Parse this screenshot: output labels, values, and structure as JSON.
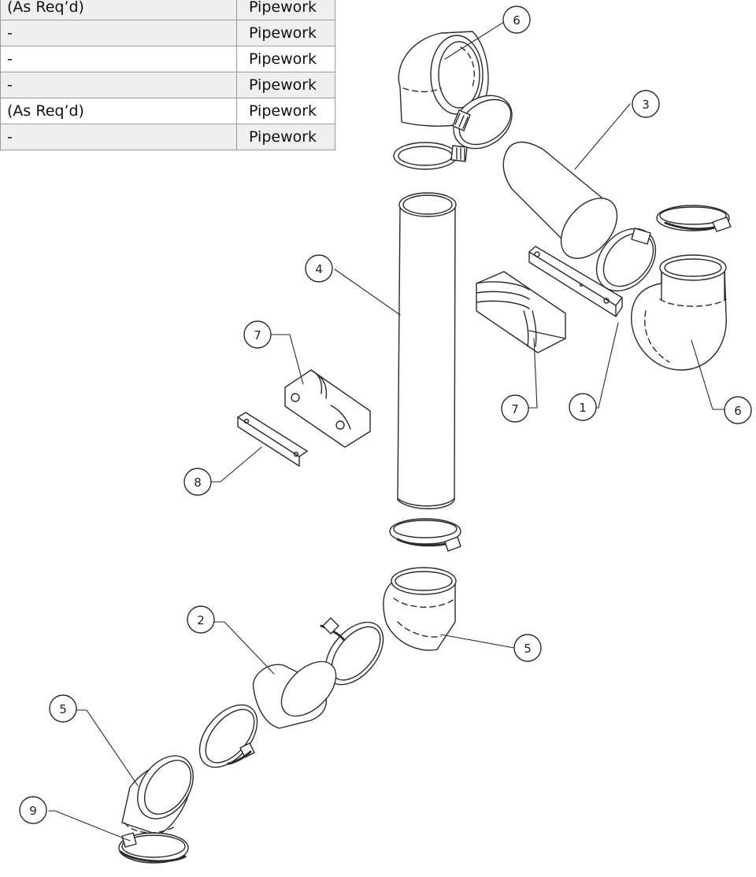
{
  "parts_table": {
    "rows": [
      {
        "qty": "(As Req’d)",
        "category": "Pipework"
      },
      {
        "qty": "-",
        "category": "Pipework"
      },
      {
        "qty": "-",
        "category": "Pipework"
      },
      {
        "qty": "-",
        "category": "Pipework"
      },
      {
        "qty": "(As Req’d)",
        "category": "Pipework"
      },
      {
        "qty": "-",
        "category": "Pipework"
      }
    ]
  },
  "callouts": [
    "6",
    "3",
    "4",
    "7",
    "7",
    "1",
    "6",
    "8",
    "2",
    "5",
    "5",
    "9"
  ]
}
